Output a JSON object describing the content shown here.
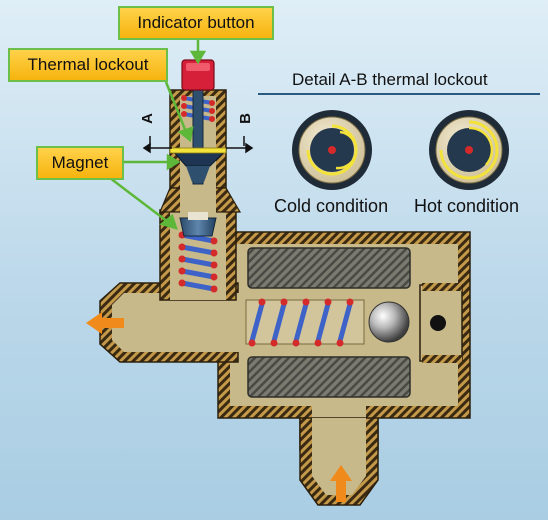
{
  "callouts": {
    "indicator_button": "Indicator button",
    "thermal_lockout": "Thermal lockout",
    "magnet": "Magnet"
  },
  "detail": {
    "title": "Detail A-B thermal lockout",
    "cold_label": "Cold condition",
    "hot_label": "Hot condition"
  },
  "section_marks": {
    "a": "A",
    "b": "B"
  },
  "colors": {
    "housing": "#c8b98a",
    "hatch_dark": "#3a2a12",
    "hatch_light": "#c49a4a",
    "spring": "#3d63c8",
    "spring_dots": "#d42a2a",
    "button": "#d6203a",
    "flow_arrow": "#f08a1a",
    "callout_fill": "#f6b40e",
    "callout_border": "#6cc04a",
    "bimetal_strip": "#f3e23a"
  }
}
